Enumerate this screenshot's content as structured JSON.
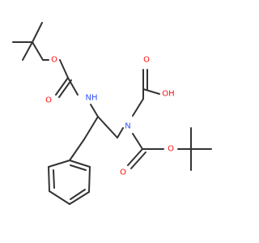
{
  "molecule": {
    "atoms": {
      "boc1_ester_o": {
        "symbol": "O",
        "color": "#ff0d0d"
      },
      "boc1_carbonyl_o": {
        "symbol": "O",
        "color": "#ff0d0d"
      },
      "amine_nh": {
        "symbol": "NH",
        "color": "#3050f8"
      },
      "acid_oh": {
        "symbol": "OH",
        "color": "#ff0d0d"
      },
      "acid_carbonyl_o": {
        "symbol": "O",
        "color": "#ff0d0d"
      },
      "tertiary_n": {
        "symbol": "N",
        "color": "#3050f8"
      },
      "boc2_carbonyl_o": {
        "symbol": "O",
        "color": "#ff0d0d"
      },
      "boc2_ester_o": {
        "symbol": "O",
        "color": "#ff0d0d"
      }
    },
    "bond_color": "#333333"
  }
}
